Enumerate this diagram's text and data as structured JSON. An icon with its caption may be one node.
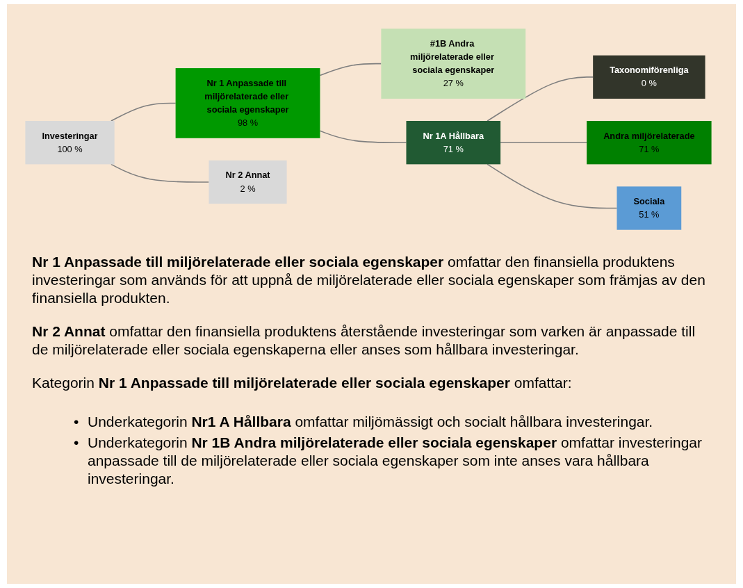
{
  "diagram": {
    "nodes": [
      {
        "text": [
          "Investeringar",
          "100 %"
        ]
      },
      {
        "text": [
          "Nr 1 Anpassade till miljörelaterade eller sociala egenskaper",
          "98 %"
        ]
      },
      {
        "text": [
          "Nr 2 Annat",
          "2 %"
        ]
      },
      {
        "text": [
          "Nr 1A Hållbara",
          "71 %"
        ]
      },
      {
        "text": [
          "#1B Andra miljörelaterade eller sociala egenskaper",
          "27 %"
        ]
      },
      {
        "text": [
          "Taxonomiförenliga",
          "0 %"
        ]
      },
      {
        "text": [
          "Andra miljörelaterade",
          "71 %"
        ]
      },
      {
        "text": [
          "Sociala",
          "51 %"
        ]
      }
    ],
    "edges": [
      {
        "from": 0,
        "to": 1,
        "arrow": "none"
      },
      {
        "from": 0,
        "to": 2,
        "arrow": "none"
      },
      {
        "from": 1,
        "to": 3,
        "arrow": "none"
      },
      {
        "from": 1,
        "to": 4,
        "arrow": "none"
      },
      {
        "from": 3,
        "to": 5,
        "arrow": "none"
      },
      {
        "from": 3,
        "to": 6,
        "arrow": "none"
      },
      {
        "from": 3,
        "to": 7,
        "arrow": "none"
      }
    ],
    "labels": [
      "**Nr 1 Anpassade till miljörelaterade eller sociala egenskaper** omfattar den finansiella produktens investeringar som används för att uppnå de miljörelaterade eller sociala egenskaper som främjas av den finansiella produkten.",
      "**Nr 2 Annat** omfattar den finansiella produktens återstående investeringar som varken är anpassade till de miljörelaterade eller sociala egenskaperna eller anses som hållbara investeringar.",
      "Kategorin **Nr 1 Anpassade till miljörelaterade eller sociala egenskaper** omfattar:",
      "•",
      "Underkategorin **Nr1 A Hållbara** omfattar miljömässigt och socialt hållbara investeringar.",
      "•",
      "Underkategorin **Nr 1B Andra miljörelaterade eller sociala egenskaper** omfattar investeringar anpassade till de miljörelaterade eller sociala egenskaper som inte anses vara hållbara investeringar."
    ]
  }
}
